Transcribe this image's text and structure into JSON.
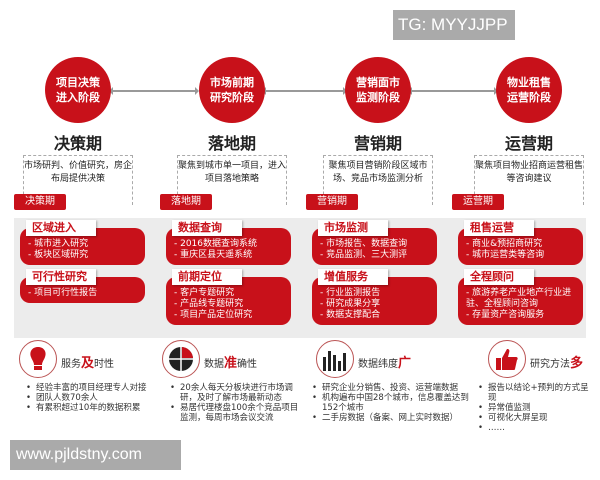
{
  "watermark_top": "TG: MYYJJPP",
  "watermark_bottom": "www.pjldstny.com",
  "accent_color": "#c8111a",
  "stages": [
    {
      "circle": "项目决策进入阶段",
      "phase": "决策期",
      "desc": "市场研判、价值研究，房企布局提供决策",
      "tag": "决策期",
      "cards": [
        {
          "title": "区域进入",
          "items": "- 城市进入研究\n- 板块区域研究"
        },
        {
          "title": "可行性研究",
          "items": "- 项目可行性报告"
        }
      ]
    },
    {
      "circle": "市场前期研究阶段",
      "phase": "落地期",
      "desc": "聚焦到城市单一项目，进入项目落地策略",
      "tag": "落地期",
      "cards": [
        {
          "title": "数据查询",
          "items": "- 2016数据查询系统\n- 重庆区县天遥系统"
        },
        {
          "title": "前期定位",
          "items": "- 客户专题研究\n- 产品线专题研究\n- 项目产品定位研究"
        }
      ]
    },
    {
      "circle": "营销面市监测阶段",
      "phase": "营销期",
      "desc": "聚焦项目营销阶段区域市场、竞品市场监测分析",
      "tag": "营销期",
      "cards": [
        {
          "title": "市场监测",
          "items": "- 市场报告、数据查询\n- 竞品监测、三大测评"
        },
        {
          "title": "增值服务",
          "items": "- 行业监测报告\n- 研究成果分享\n- 数据支撑配合"
        }
      ]
    },
    {
      "circle": "物业租售运营阶段",
      "phase": "运营期",
      "desc": "聚焦项目物业招商运营租售等咨询建议",
      "tag": "运营期",
      "cards": [
        {
          "title": "租售运营",
          "items": "- 商业&预招商研究\n- 城市运营类等咨询"
        },
        {
          "title": "全程顾问",
          "items": "- 旅游养老产业地产行业进驻、全程顾问咨询\n- 存量资产咨询服务"
        }
      ]
    }
  ],
  "features": [
    {
      "icon": "lightbulb-icon",
      "pre": "服务",
      "em": "及",
      "post": "时性",
      "bullets": [
        "经验丰富的项目经理专人对接",
        "团队人数70余人",
        "有累积超过10年的数据积累"
      ]
    },
    {
      "icon": "pie-chart-icon",
      "pre": "数据",
      "em": "准",
      "post": "确性",
      "bullets": [
        "20余人每天分板块进行市场调研，及时了解市场最新动态",
        "易居代理楼盘100余个竞品项目监测，每周市场会议交流"
      ]
    },
    {
      "icon": "bar-chart-icon",
      "pre": "数据纬度",
      "em": "广",
      "post": "",
      "bullets": [
        "研究企业分销售、投资、运营端数据",
        "机构遍布中国28个城市，信息覆盖达到152个城市",
        "二手房数据（备案、网上实时数据）"
      ]
    },
    {
      "icon": "thumbs-up-icon",
      "pre": "研究方法",
      "em": "多",
      "post": "",
      "bullets": [
        "报告以结论+预判的方式呈现",
        "异常值监测",
        "可视化大屏呈现",
        "……"
      ]
    }
  ]
}
